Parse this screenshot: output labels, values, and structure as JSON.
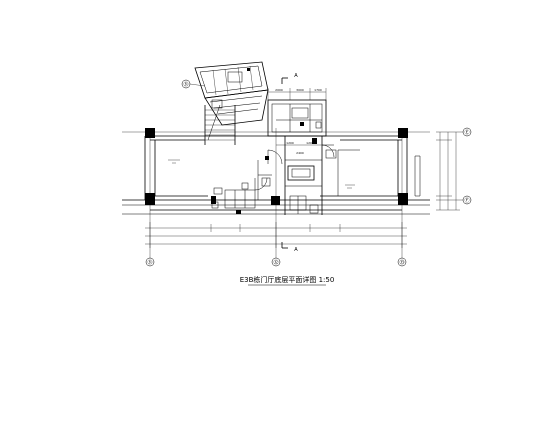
{
  "drawing_title": "E3B栋门厅底层平面详图 1:50",
  "axis_labels": {
    "grid_top_right_upper": "Ⓔ",
    "grid_top_right_lower": "Ⓕ",
    "grid_bottom_left": "㉛",
    "grid_bottom_mid": "㉜",
    "grid_bottom_right": "㉝",
    "stair_marker": "㉛"
  },
  "section_marks": {
    "top": "A",
    "bottom": "A"
  },
  "dimension_texts": [
    "2000",
    "3000",
    "1700",
    "1200",
    "1200",
    "2400"
  ],
  "colors": {
    "line": "#000000",
    "background": "#ffffff"
  }
}
